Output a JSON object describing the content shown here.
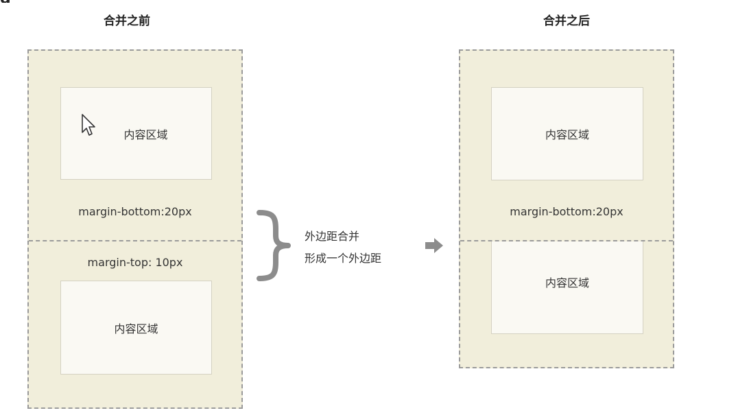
{
  "heading_cut": "g",
  "before": {
    "title": "合并之前",
    "top_content": "内容区域",
    "margin_bottom_label": "margin-bottom:20px",
    "margin_top_label": "margin-top: 10px",
    "bottom_content": "内容区域"
  },
  "after": {
    "title": "合并之后",
    "top_content": "内容区域",
    "margin_bottom_label": "margin-bottom:20px",
    "bottom_content": "内容区域"
  },
  "annotation": {
    "line1": "外边距合并",
    "line2": "形成一个外边距"
  },
  "icons": {
    "brace": "right-curly-brace-icon",
    "arrow": "right-arrow-icon",
    "cursor": "mouse-cursor-icon"
  },
  "colors": {
    "outer_fill": "#f1eedb",
    "content_fill": "#faf9f3",
    "dashed_border": "#9a9a9a",
    "brace_arrow": "#8c8c8c"
  }
}
